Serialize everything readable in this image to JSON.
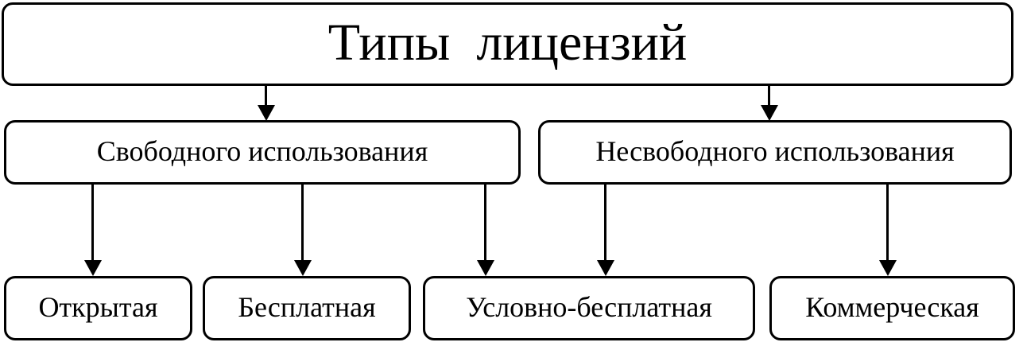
{
  "diagram": {
    "nodes": {
      "root": {
        "label": "Типы  лицензий"
      },
      "free": {
        "label": "Свободного использования"
      },
      "nonfree": {
        "label": "Несвободного использования"
      },
      "open": {
        "label": "Открытая"
      },
      "freeware": {
        "label": "Бесплатная"
      },
      "shareware": {
        "label": "Условно-бесплатная"
      },
      "commercial": {
        "label": "Коммерческая"
      }
    },
    "edges": [
      {
        "from": "root",
        "to": "free"
      },
      {
        "from": "root",
        "to": "nonfree"
      },
      {
        "from": "free",
        "to": "open"
      },
      {
        "from": "free",
        "to": "freeware"
      },
      {
        "from": "free",
        "to": "shareware"
      },
      {
        "from": "nonfree",
        "to": "shareware"
      },
      {
        "from": "nonfree",
        "to": "commercial"
      }
    ],
    "colors": {
      "border": "#000000",
      "text": "#000000",
      "background": "#ffffff"
    }
  }
}
